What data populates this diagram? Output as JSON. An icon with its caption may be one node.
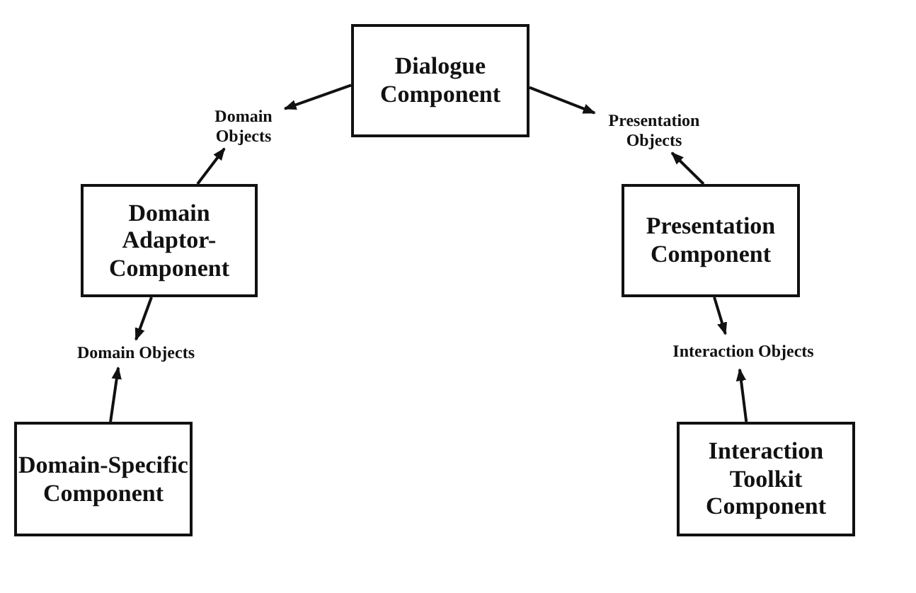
{
  "diagram": {
    "nodes": [
      {
        "text": [
          "Dialogue Component"
        ]
      },
      {
        "text": [
          "Domain Objects"
        ]
      },
      {
        "text": [
          "Presentation Objects"
        ]
      },
      {
        "text": [
          "Domain Adaptor-Component"
        ]
      },
      {
        "text": [
          "Presentation Component"
        ]
      },
      {
        "text": [
          "Domain Objects"
        ]
      },
      {
        "text": [
          "Interaction Objects"
        ]
      },
      {
        "text": [
          "Domain-Specific Component"
        ]
      },
      {
        "text": [
          "Interaction Toolkit Component"
        ]
      }
    ],
    "edges": [
      {
        "from": 0,
        "to": 1,
        "arrow": "to"
      },
      {
        "from": 3,
        "to": 1,
        "arrow": "to"
      },
      {
        "from": 0,
        "to": 2,
        "arrow": "to"
      },
      {
        "from": 4,
        "to": 2,
        "arrow": "to"
      },
      {
        "from": 3,
        "to": 5,
        "arrow": "to"
      },
      {
        "from": 7,
        "to": 5,
        "arrow": "to"
      },
      {
        "from": 4,
        "to": 6,
        "arrow": "to"
      },
      {
        "from": 8,
        "to": 6,
        "arrow": "to"
      }
    ]
  }
}
